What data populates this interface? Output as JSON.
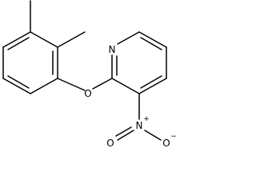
{
  "molecule": {
    "atom_labels": {
      "pyridine_nitrogen": "N",
      "ether_oxygen": "O",
      "nitro_nitrogen": "N",
      "nitro_n_charge": "+",
      "nitro_oxygen_double": "O",
      "nitro_oxygen_single": "O",
      "nitro_o_charge": "−"
    }
  }
}
